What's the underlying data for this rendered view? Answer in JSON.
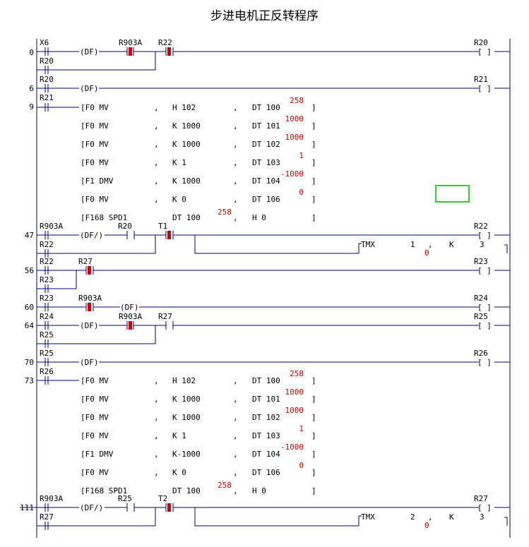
{
  "title": "步进电机正反转程序",
  "colors": {
    "wire": "#000080",
    "text": "#000000",
    "annotation": "#cc0000",
    "selection": "#33cc33"
  },
  "rungs": {
    "r0": {
      "step": "0",
      "x6": "X6",
      "df": "(DF)",
      "r903a": "R903A",
      "r22": "R22",
      "coil": "R20",
      "par": "R20"
    },
    "r6": {
      "step": "6",
      "r20": "R20",
      "df": "(DF)",
      "coil": "R21"
    },
    "r9": {
      "step": "9",
      "r21": "R21"
    },
    "r47": {
      "step": "47",
      "r903a": "R903A",
      "df": "(DF/)",
      "r20": "R20",
      "t1": "T1",
      "coil": "R22",
      "par": "R22",
      "tmx": "TMX",
      "tnum": "1",
      "comma": ",",
      "k": "K",
      "kval": "3",
      "ann": "0"
    },
    "r56": {
      "step": "56",
      "r22": "R22",
      "r27": "R27",
      "coil": "R23",
      "par": "R23"
    },
    "r60": {
      "step": "60",
      "r23": "R23",
      "r903a": "R903A",
      "df": "(DF)"
    },
    "r64": {
      "step": "64",
      "r24": "R24",
      "df": "(DF)",
      "r903a": "R903A",
      "r27": "R27",
      "coil": "R25",
      "par": "R25"
    },
    "r70": {
      "step": "70",
      "r25": "R25",
      "df": "(DF)",
      "coil": "R26"
    },
    "r73": {
      "step": "73",
      "r26": "R26"
    },
    "r111": {
      "step": "111",
      "r903a": "R903A",
      "df": "(DF/)",
      "r25": "R25",
      "t2": "T2",
      "coil": "R27",
      "par": "R27",
      "tmx": "TMX",
      "tnum": "2",
      "comma": ",",
      "k": "K",
      "kval": "3",
      "ann": "0"
    }
  },
  "coil_r24": "R24",
  "block1": [
    {
      "instr": "[F0 MV",
      "c1": ",",
      "op1": "H 102",
      "c2": ",",
      "op2": "DT 100",
      "end": "]",
      "ann": "258"
    },
    {
      "instr": "[F0 MV",
      "c1": ",",
      "op1": "K 1000",
      "c2": ",",
      "op2": "DT 101",
      "end": "]",
      "ann": "1000"
    },
    {
      "instr": "[F0 MV",
      "c1": ",",
      "op1": "K 1000",
      "c2": ",",
      "op2": "DT 102",
      "end": "]",
      "ann": "1000"
    },
    {
      "instr": "[F0 MV",
      "c1": ",",
      "op1": "K 1",
      "c2": ",",
      "op2": "DT 103",
      "end": "]",
      "ann": "1"
    },
    {
      "instr": "[F1 DMV",
      "c1": ",",
      "op1": "K 1000",
      "c2": ",",
      "op2": "DT 104",
      "end": "]",
      "ann": "-1000"
    },
    {
      "instr": "[F0 MV",
      "c1": ",",
      "op1": "K 0",
      "c2": ",",
      "op2": "DT 106",
      "end": "]",
      "ann": "0"
    },
    {
      "instr": "[F168 SPD1",
      "c1": "",
      "op1": "DT 100",
      "c2": ",",
      "op2": "H 0",
      "end": "]",
      "ann": "258"
    }
  ],
  "block2": [
    {
      "instr": "[F0 MV",
      "c1": ",",
      "op1": "H 102",
      "c2": ",",
      "op2": "DT 100",
      "end": "]",
      "ann": "258"
    },
    {
      "instr": "[F0 MV",
      "c1": ",",
      "op1": "K 1000",
      "c2": ",",
      "op2": "DT 101",
      "end": "]",
      "ann": "1000"
    },
    {
      "instr": "[F0 MV",
      "c1": ",",
      "op1": "K 1000",
      "c2": ",",
      "op2": "DT 102",
      "end": "]",
      "ann": "1000"
    },
    {
      "instr": "[F0 MV",
      "c1": ",",
      "op1": "K 1",
      "c2": ",",
      "op2": "DT 103",
      "end": "]",
      "ann": "1"
    },
    {
      "instr": "[F1 DMV",
      "c1": ",",
      "op1": "K-1000",
      "c2": ",",
      "op2": "DT 104",
      "end": "]",
      "ann": "-1000"
    },
    {
      "instr": "[F0 MV",
      "c1": ",",
      "op1": "K 0",
      "c2": ",",
      "op2": "DT 106",
      "end": "]",
      "ann": "0"
    },
    {
      "instr": "[F168 SPD1",
      "c1": "",
      "op1": "DT 100",
      "c2": ",",
      "op2": "H 0",
      "end": "]",
      "ann": "258"
    }
  ]
}
